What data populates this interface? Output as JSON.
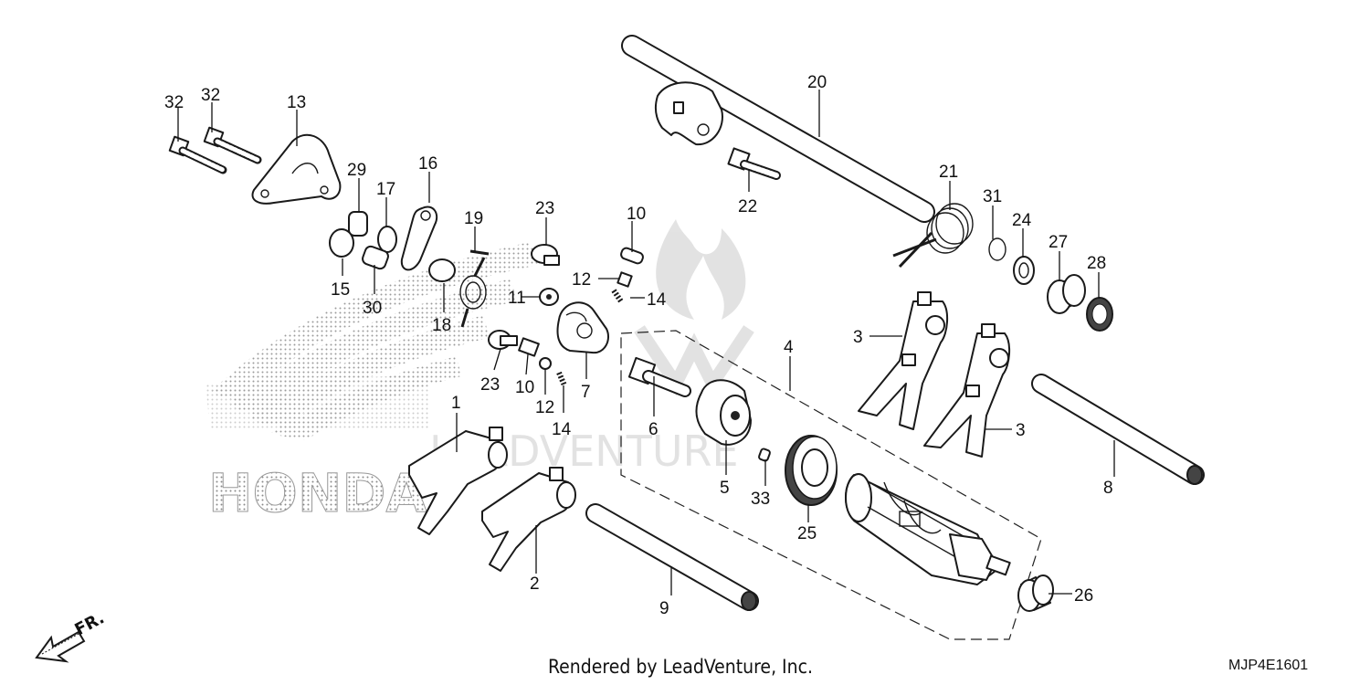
{
  "diagram": {
    "callouts": [
      "1",
      "2",
      "3",
      "3",
      "4",
      "5",
      "6",
      "7",
      "8",
      "9",
      "10",
      "10",
      "11",
      "12",
      "12",
      "13",
      "14",
      "14",
      "15",
      "16",
      "17",
      "18",
      "19",
      "20",
      "21",
      "22",
      "23",
      "23",
      "24",
      "25",
      "26",
      "27",
      "28",
      "29",
      "30",
      "31",
      "32",
      "32",
      "33"
    ],
    "front_indicator": "FR.",
    "watermark": "LEADVENTURE",
    "brand_watermark": "HONDA"
  },
  "footer": {
    "credit": "Rendered by LeadVenture, Inc.",
    "diagram_code": "MJP4E1601"
  }
}
